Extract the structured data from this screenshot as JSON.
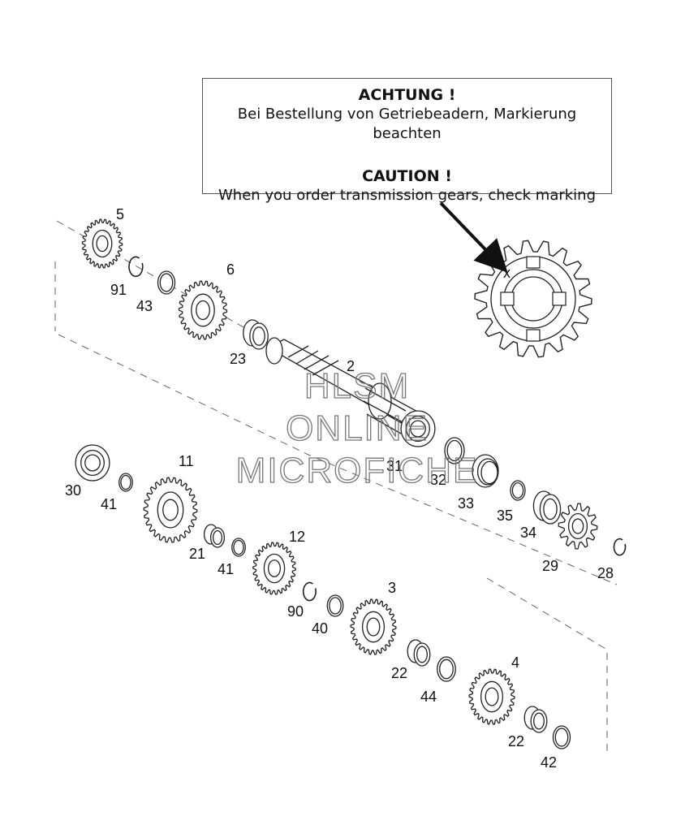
{
  "notice": {
    "de_title": "ACHTUNG !",
    "de_text": "Bei Bestellung von Getriebeadern, Markierung beachten",
    "en_title": "CAUTION !",
    "en_text": "When you order transmission gears, check marking"
  },
  "watermark": [
    "HLSM",
    "ONLINE",
    "MICROFICHE"
  ],
  "detail_marker": "x",
  "parts": [
    {
      "num": "5",
      "kind": "gear"
    },
    {
      "num": "91",
      "kind": "circlip"
    },
    {
      "num": "43",
      "kind": "washer"
    },
    {
      "num": "6",
      "kind": "gear"
    },
    {
      "num": "23",
      "kind": "bushing"
    },
    {
      "num": "2",
      "kind": "shaft"
    },
    {
      "num": "31",
      "kind": "bearing"
    },
    {
      "num": "32",
      "kind": "washer"
    },
    {
      "num": "33",
      "kind": "seal"
    },
    {
      "num": "35",
      "kind": "o-ring"
    },
    {
      "num": "34",
      "kind": "spacer"
    },
    {
      "num": "29",
      "kind": "sprocket"
    },
    {
      "num": "28",
      "kind": "circlip"
    },
    {
      "num": "30",
      "kind": "bearing"
    },
    {
      "num": "41",
      "kind": "washer"
    },
    {
      "num": "11",
      "kind": "gear"
    },
    {
      "num": "21",
      "kind": "bushing"
    },
    {
      "num": "41",
      "kind": "washer"
    },
    {
      "num": "12",
      "kind": "gear"
    },
    {
      "num": "90",
      "kind": "circlip"
    },
    {
      "num": "40",
      "kind": "washer"
    },
    {
      "num": "3",
      "kind": "gear"
    },
    {
      "num": "22",
      "kind": "bushing"
    },
    {
      "num": "44",
      "kind": "washer"
    },
    {
      "num": "4",
      "kind": "gear"
    },
    {
      "num": "22",
      "kind": "bushing"
    },
    {
      "num": "42",
      "kind": "washer"
    }
  ]
}
